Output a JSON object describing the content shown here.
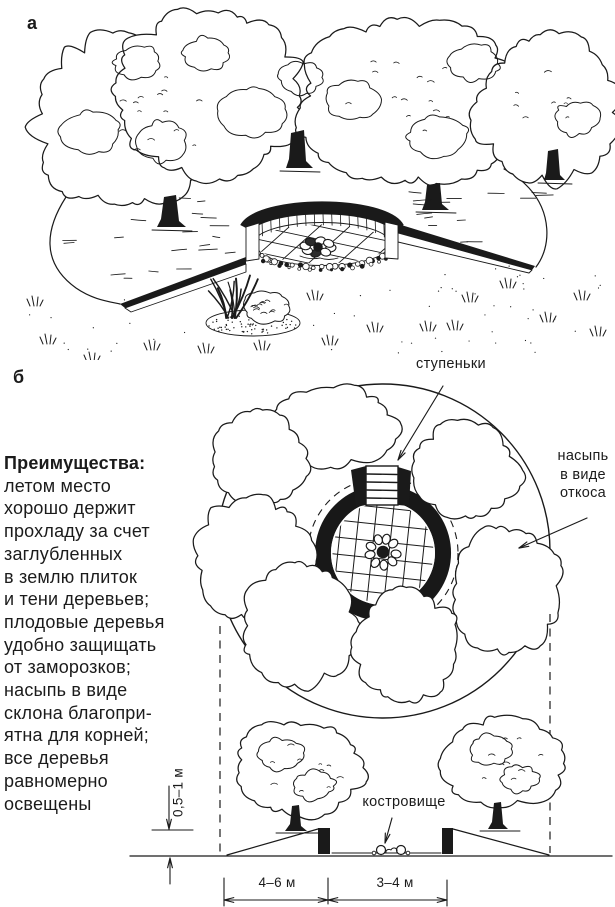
{
  "page": {
    "background": "#ffffff",
    "ink": "#1a1a1a"
  },
  "figure_a": {
    "label": "а"
  },
  "figure_b": {
    "label": "б",
    "callout_steps": "ступеньки",
    "callout_mound": [
      "насыпь",
      "в виде",
      "откоса"
    ],
    "callout_fire_pit": "костровище",
    "dim_height": "0,5–1 м",
    "dim_tree_zone": "4–6 м",
    "dim_pit_zone": "3–4 м"
  },
  "advantages": {
    "heading": "Преимущества:",
    "lines": [
      "летом место",
      "хорошо держит",
      "прохладу за счет",
      "заглубленных",
      "в землю плиток",
      "и тени деревьев;",
      "плодовые деревья",
      "удобно защищать",
      "от заморозков;",
      "насыпь в виде",
      "склона благопри-",
      "ятна для корней;",
      "все деревья",
      "равномерно",
      "освещены"
    ]
  }
}
